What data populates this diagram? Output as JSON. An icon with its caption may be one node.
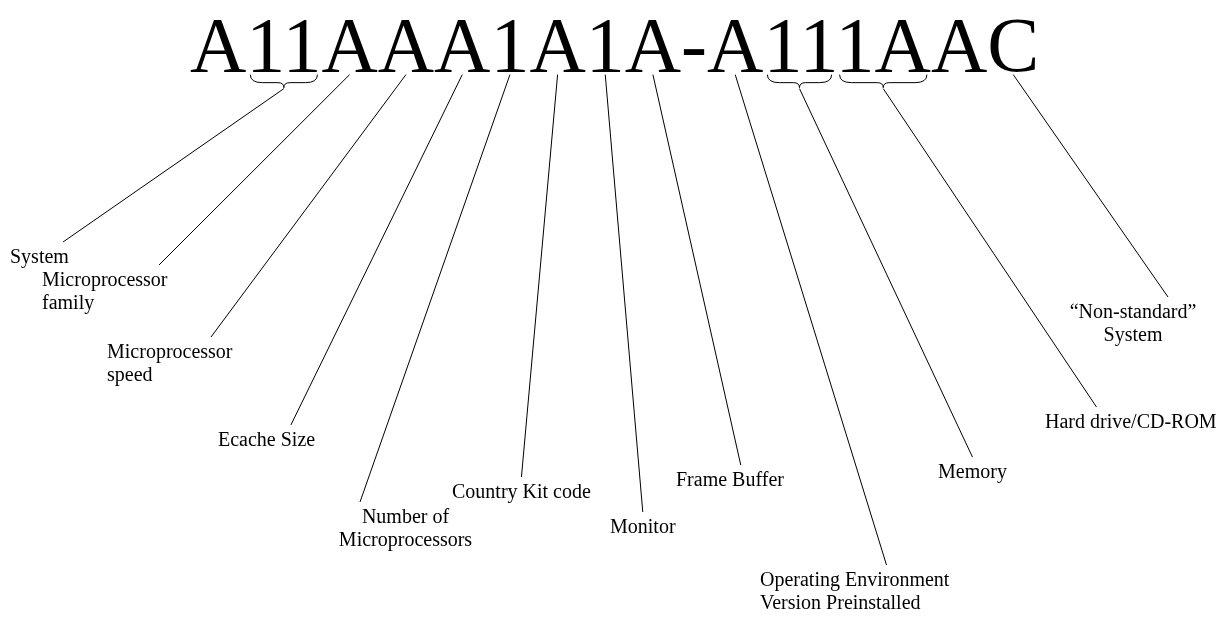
{
  "diagram": {
    "nodes": [
      {
        "text": [
          "A11AAA1A1A-A111AAC"
        ]
      },
      {
        "text": [
          "System"
        ]
      },
      {
        "text": [
          "Microprocessor family"
        ]
      },
      {
        "text": [
          "Microprocessor speed"
        ]
      },
      {
        "text": [
          "Ecache Size"
        ]
      },
      {
        "text": [
          "Number of Microprocessors"
        ]
      },
      {
        "text": [
          "Country Kit code"
        ]
      },
      {
        "text": [
          "Monitor"
        ]
      },
      {
        "text": [
          "Frame Buffer"
        ]
      },
      {
        "text": [
          "Operating Environment Version Preinstalled"
        ]
      },
      {
        "text": [
          "Memory"
        ]
      },
      {
        "text": [
          "Hard drive/CD-ROM"
        ]
      },
      {
        "text": [
          "“Non-standard” System"
        ]
      }
    ],
    "edges": [
      {
        "from": 1,
        "to": 0,
        "arrow": "none"
      },
      {
        "from": 2,
        "to": 0,
        "arrow": "none"
      },
      {
        "from": 3,
        "to": 0,
        "arrow": "none"
      },
      {
        "from": 4,
        "to": 0,
        "arrow": "none"
      },
      {
        "from": 5,
        "to": 0,
        "arrow": "none"
      },
      {
        "from": 6,
        "to": 0,
        "arrow": "none"
      },
      {
        "from": 7,
        "to": 0,
        "arrow": "none"
      },
      {
        "from": 8,
        "to": 0,
        "arrow": "none"
      },
      {
        "from": 9,
        "to": 0,
        "arrow": "none"
      },
      {
        "from": 10,
        "to": 0,
        "arrow": "none"
      },
      {
        "from": 11,
        "to": 0,
        "arrow": "none"
      },
      {
        "from": 12,
        "to": 0,
        "arrow": "none"
      }
    ]
  }
}
